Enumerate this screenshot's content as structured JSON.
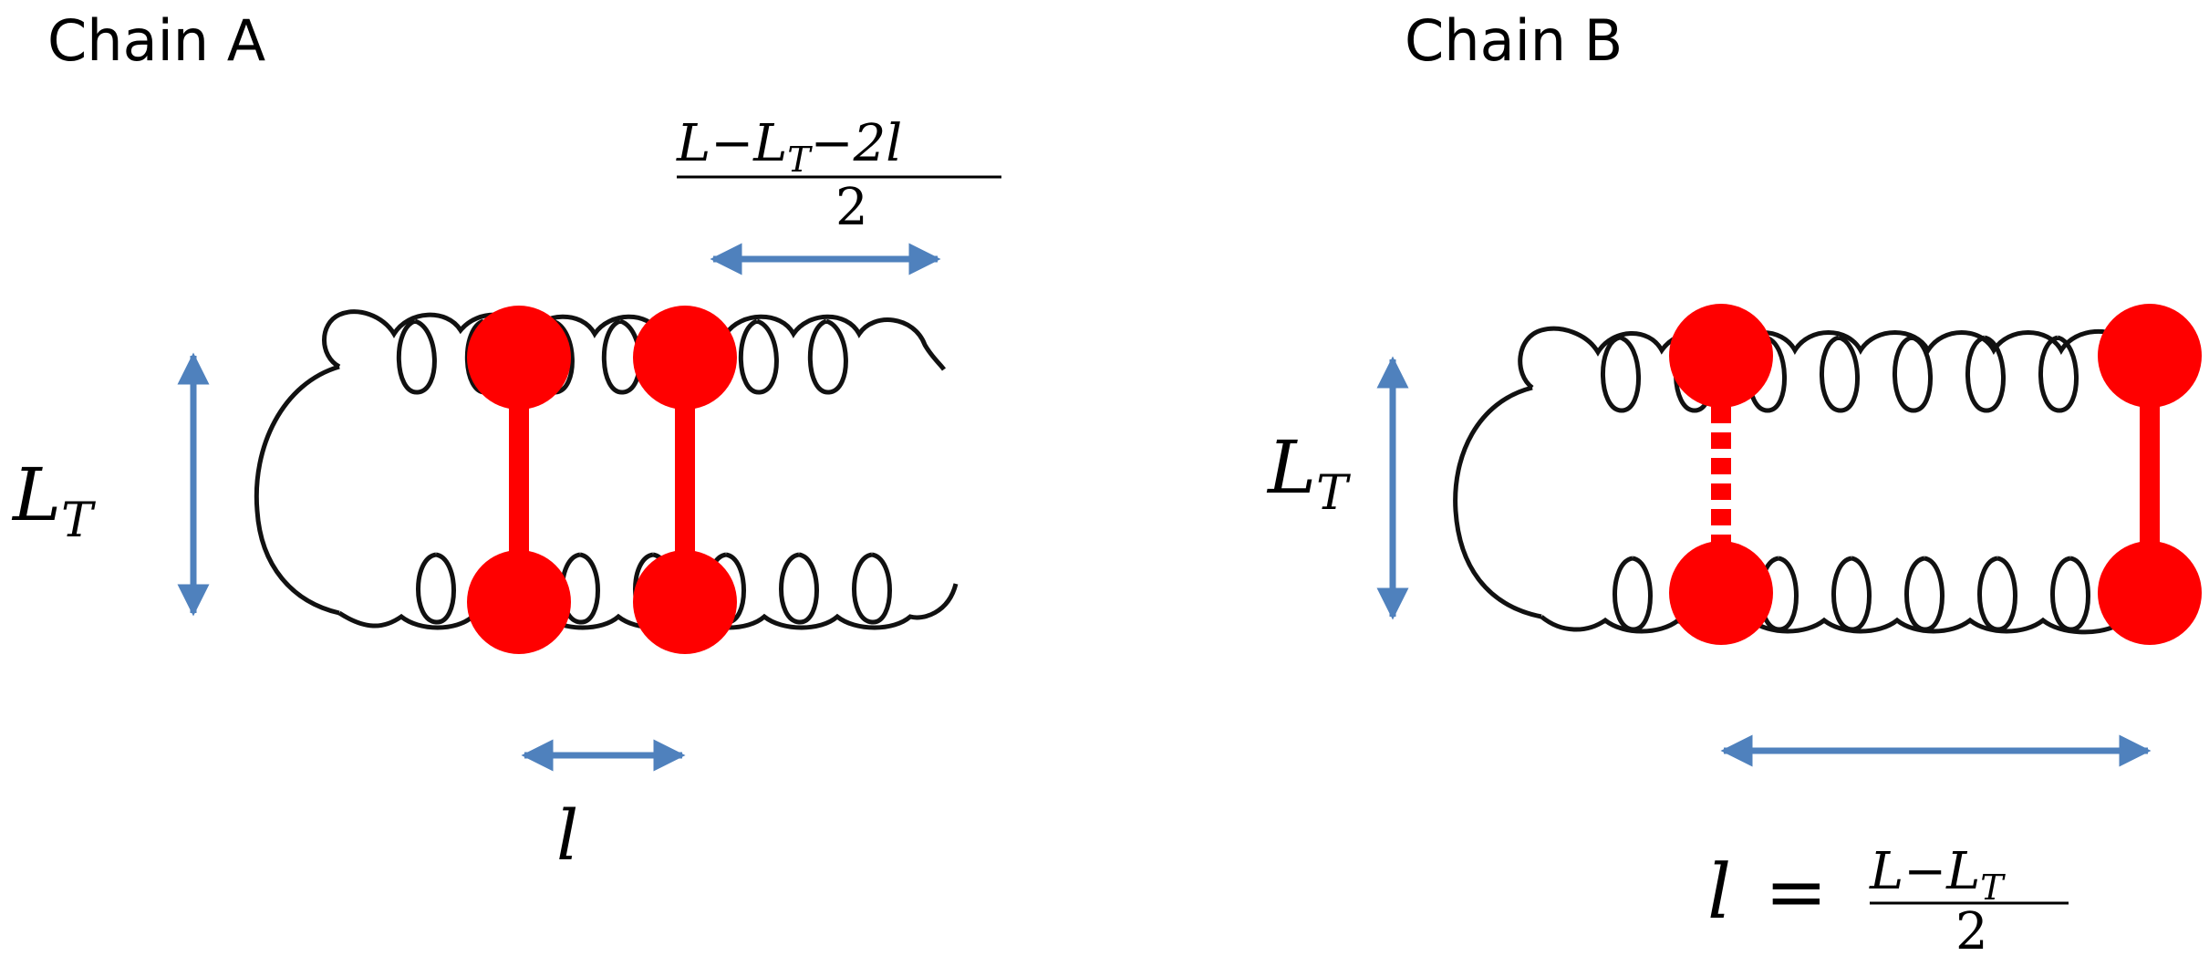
{
  "panels": [
    {
      "title": "Chain A",
      "height_label": {
        "var": "L",
        "sub": "T"
      },
      "spacing_label": {
        "var": "l"
      },
      "gap_label": {
        "num": "L−L",
        "num_sub": "T",
        "num_tail": "−2l",
        "den": "2"
      }
    },
    {
      "title": "Chain B",
      "height_label": {
        "var": "L",
        "sub": "T"
      },
      "spacing_label": {
        "lhs": "l",
        "eq": "=",
        "num": "L−L",
        "num_sub": "T",
        "den": "2"
      }
    }
  ],
  "colors": {
    "arrow": "#4f81bd",
    "bead": "#ff0000",
    "chain": "#111111"
  }
}
